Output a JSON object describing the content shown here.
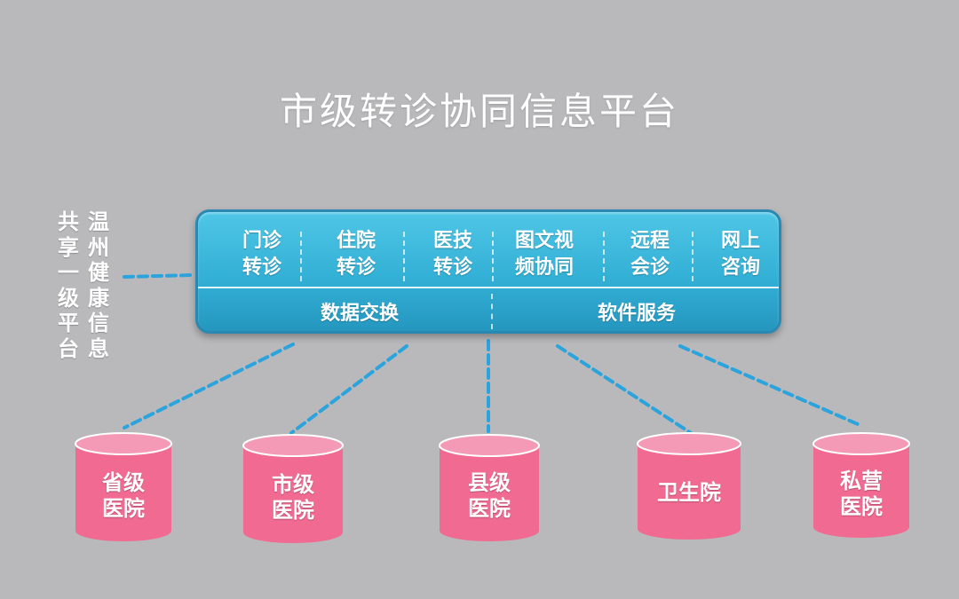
{
  "title": "市级转诊协同信息平台",
  "side_label": {
    "col_right": [
      "温",
      "州",
      "健",
      "康",
      "信",
      "息"
    ],
    "col_left": [
      "共",
      "享",
      "一",
      "级",
      "平",
      "台"
    ]
  },
  "platform": {
    "modules": [
      {
        "line1": "门诊",
        "line2": "转诊"
      },
      {
        "line1": "住院",
        "line2": "转诊"
      },
      {
        "line1": "医技",
        "line2": "转诊"
      },
      {
        "line1": "图文视",
        "line2": "频协同"
      },
      {
        "line1": "远程",
        "line2": "会诊"
      },
      {
        "line1": "网上",
        "line2": "咨询"
      }
    ],
    "lower": [
      "数据交换",
      "软件服务"
    ]
  },
  "nodes": [
    {
      "line1": "省级",
      "line2": "医院"
    },
    {
      "line1": "市级",
      "line2": "医院"
    },
    {
      "line1": "县级",
      "line2": "医院"
    },
    {
      "line1": "卫生院",
      "line2": ""
    },
    {
      "line1": "私营",
      "line2": "医院"
    }
  ],
  "colors": {
    "background": "#b9b9bb",
    "platform": "#33b0d6",
    "node": "#f06a92",
    "node_top": "#f59ab6",
    "connector": "#2ba3dd"
  }
}
